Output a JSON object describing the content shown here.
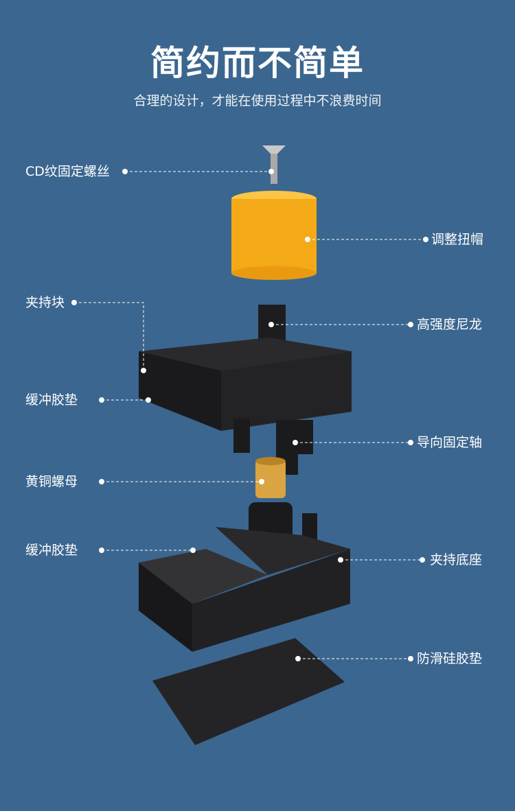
{
  "title": "简约而不简单",
  "subtitle": "合理的设计，才能在使用过程中不浪费时间",
  "labels": {
    "cd_screw": "CD纹固定螺丝",
    "knob": "调整扭帽",
    "clamp_block": "夹持块",
    "nylon": "高强度尼龙",
    "cushion_top": "缓冲胶垫",
    "guide_shaft": "导向固定轴",
    "brass_nut": "黄铜螺母",
    "cushion_bottom": "缓冲胶垫",
    "clamp_base": "夹持底座",
    "silicone_pad": "防滑硅胶垫"
  },
  "colors": {
    "background": "#3b668f",
    "knob": "#f7b11c",
    "part": "#1e1e20",
    "brass": "#d9a441"
  }
}
